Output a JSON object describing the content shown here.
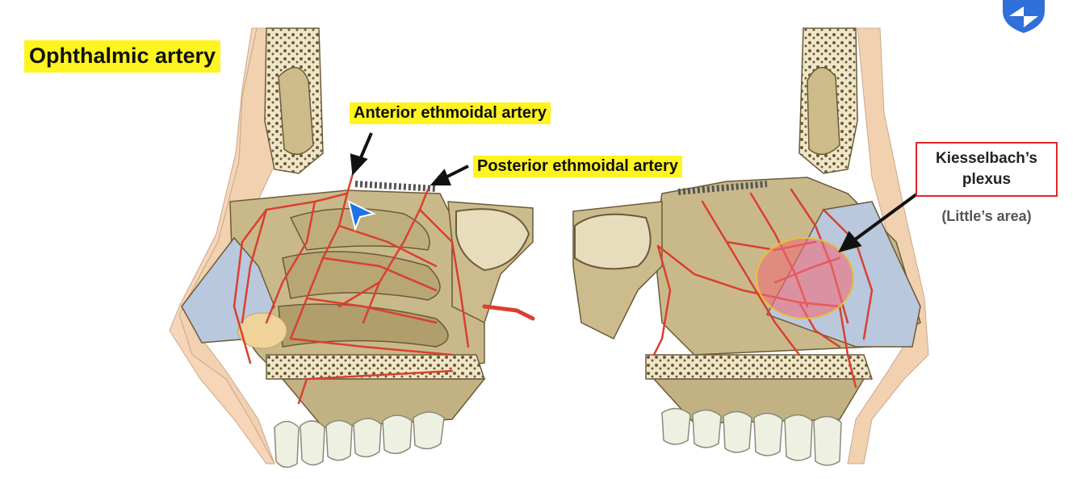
{
  "slide": {
    "title": "Ophthalmic artery",
    "labels": {
      "anterior": "Anterior ethmoidal artery",
      "posterior": "Posterior ethmoidal artery",
      "kiesselbach": "Kiesselbach’s plexus",
      "little": "(Little’s area)"
    }
  },
  "colors": {
    "highlight": "#fff41f",
    "artery": "#d9402f",
    "bone": "#c9b98a",
    "skin": "#f6d5b8",
    "cartilage": "#b9c8dc",
    "plexus": "#f06c7a",
    "box_border": "#e0242b",
    "cursor": "#1a73e8",
    "logo": "#2f6fd8"
  },
  "icons": {
    "cursor": "pointer-arrow-icon",
    "logo": "shield-logo-icon"
  }
}
